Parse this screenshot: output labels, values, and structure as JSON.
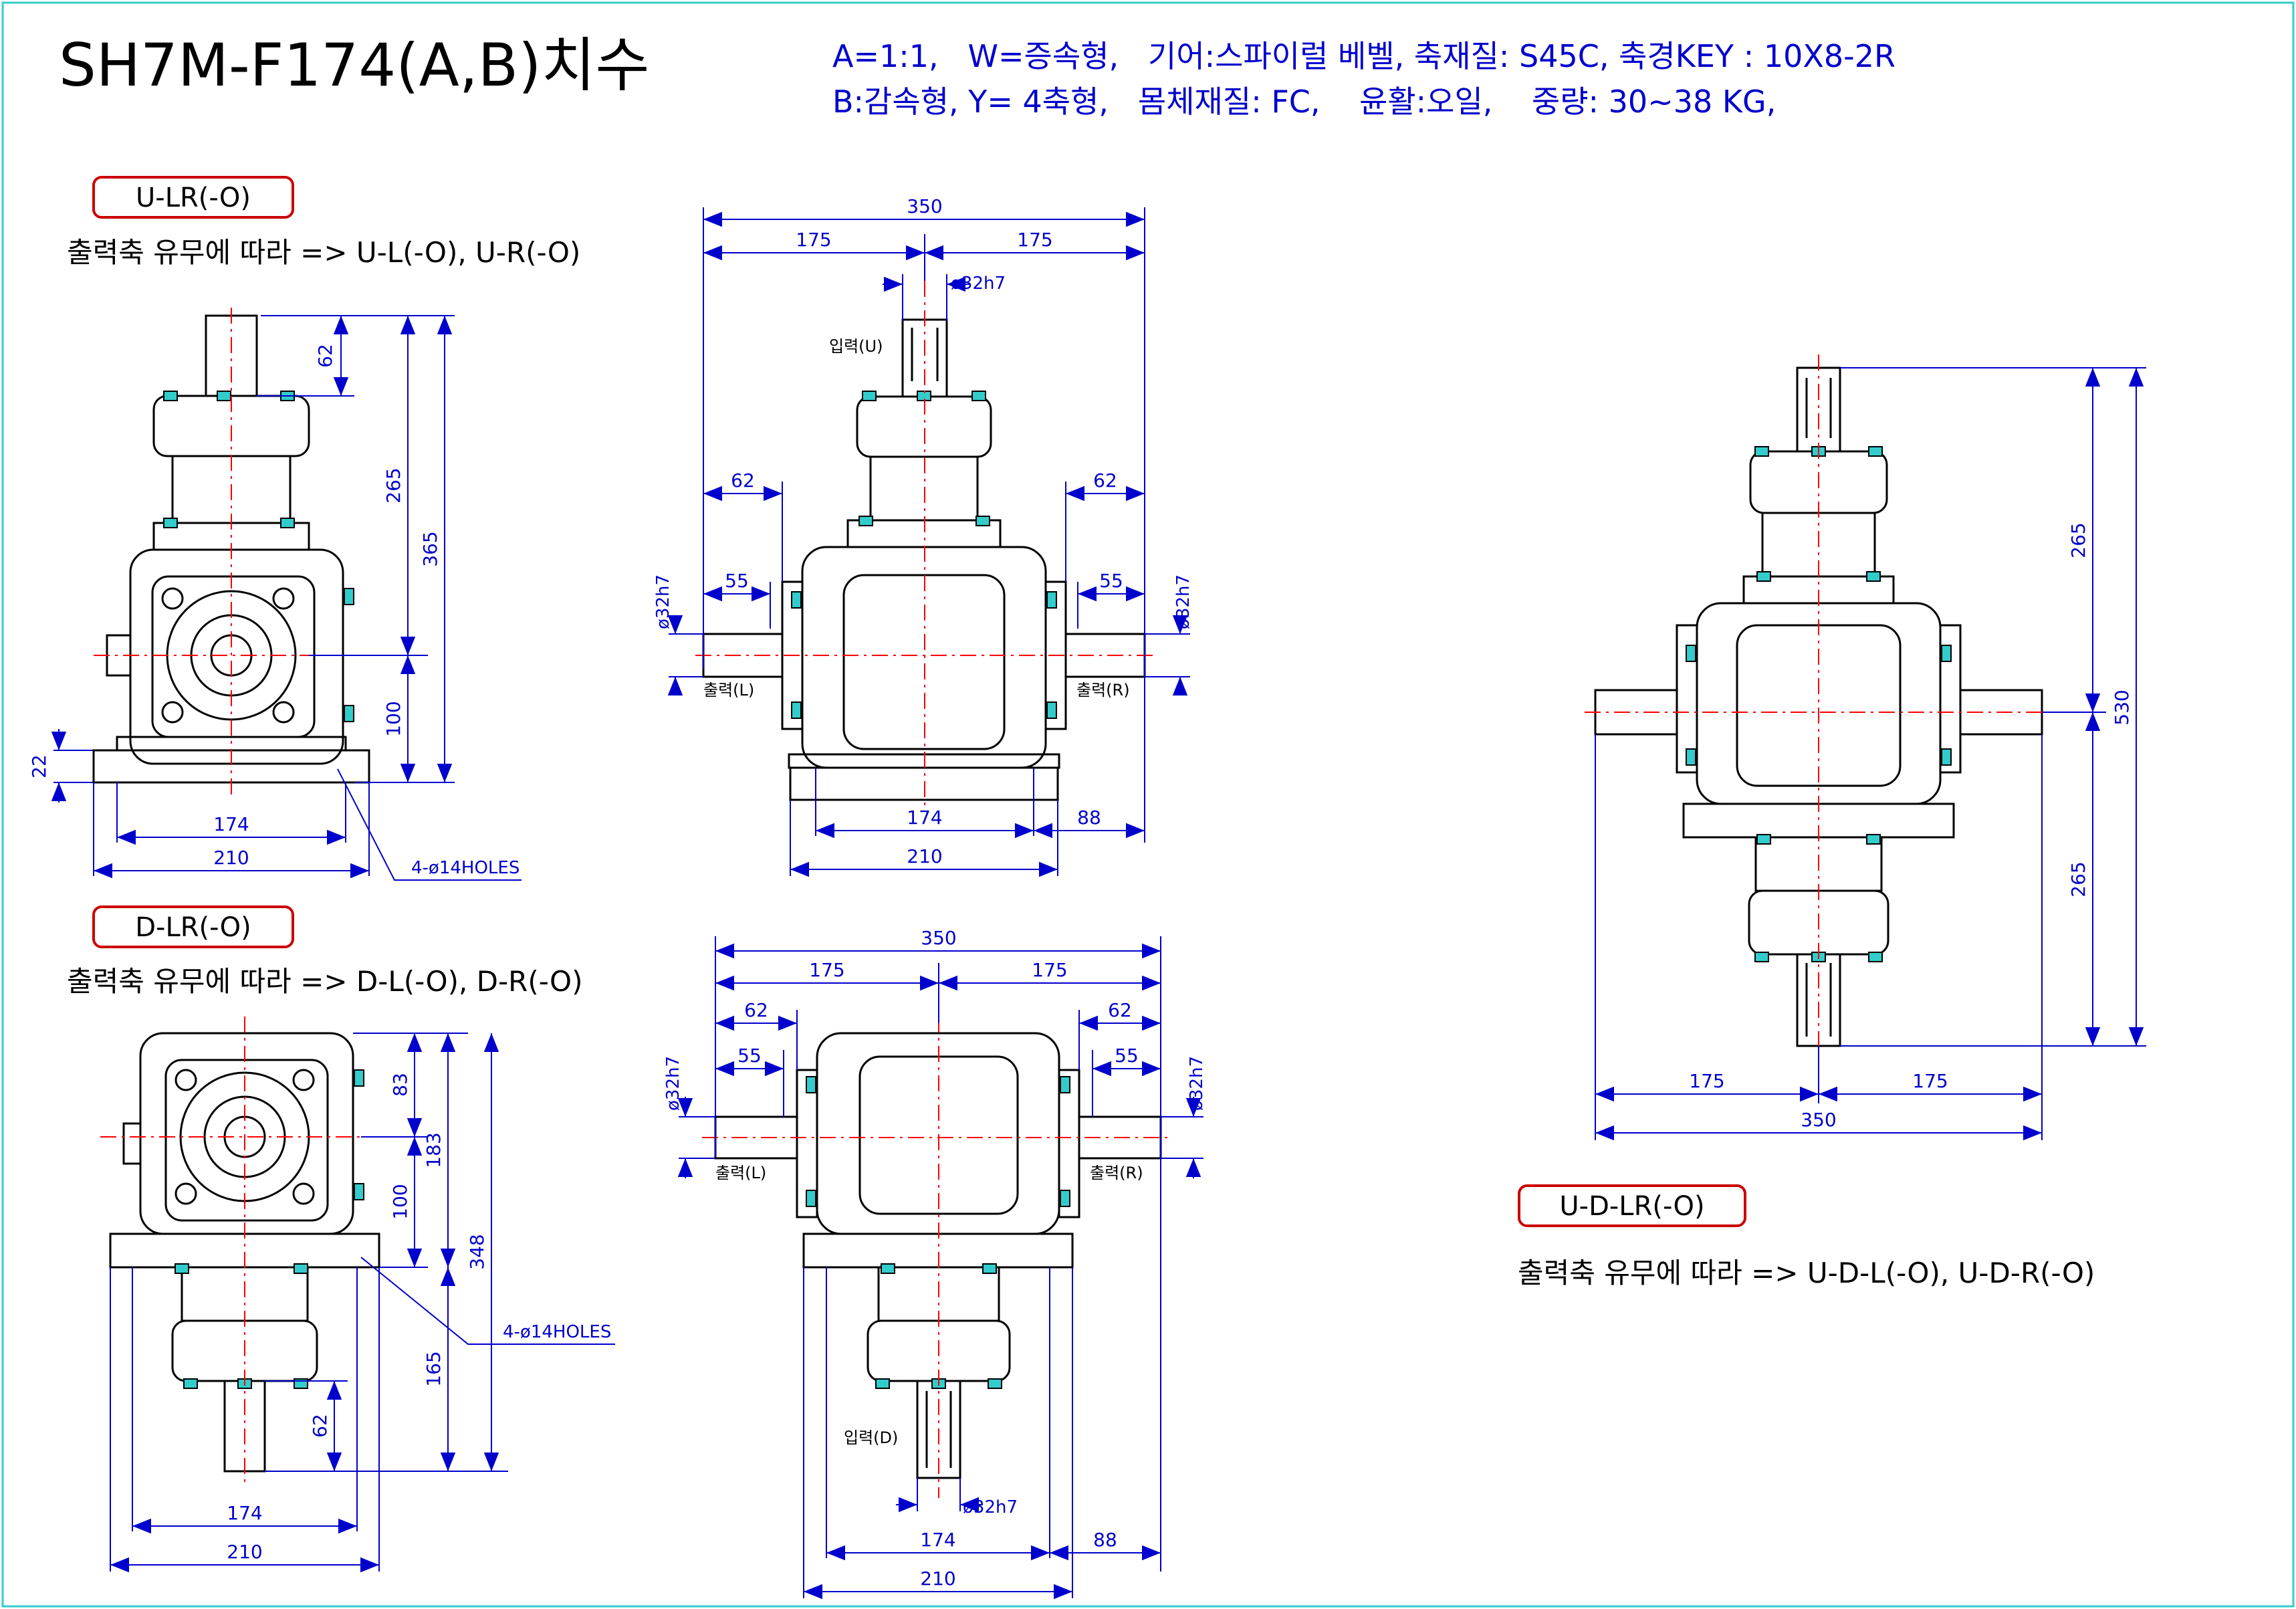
{
  "title": "SH7M-F174(A,B)치수",
  "specs": {
    "line1": "A=1:1,   W=증속형,   기어:스파이럴 베벨, 축재질: S45C, 축경KEY : 10X8-2R",
    "line2": "B:감속형, Y= 4축형,   몸체재질: FC,    윤활:오일,    중량: 30~38 KG,"
  },
  "views": {
    "ulr": {
      "badge": "U-LR(-O)",
      "note": "출력축 유무에 따라 => U-L(-O), U-R(-O)",
      "side": {
        "dim_62": "62",
        "dim_265": "265",
        "dim_365": "365",
        "dim_100": "100",
        "dim_22": "22",
        "dim_174": "174",
        "dim_210": "210",
        "holes": "4-ø14HOLES"
      },
      "front": {
        "dim_350": "350",
        "dim_175_left": "175",
        "dim_175_right": "175",
        "dim_shaft": "ø32h7",
        "label_input": "입력(U)",
        "dim_62_left": "62",
        "dim_62_right": "62",
        "dim_55_left": "55",
        "dim_55_right": "55",
        "dim_shaft_left": "ø32h7",
        "dim_shaft_right": "ø32h7",
        "label_out_left": "출력(L)",
        "label_out_right": "출력(R)",
        "dim_174": "174",
        "dim_88": "88",
        "dim_210": "210"
      }
    },
    "dlr": {
      "badge": "D-LR(-O)",
      "note": "출력축 유무에 따라 => D-L(-O), D-R(-O)",
      "side": {
        "dim_83": "83",
        "dim_183": "183",
        "dim_100": "100",
        "dim_348": "348",
        "dim_165": "165",
        "dim_62": "62",
        "dim_174": "174",
        "dim_210": "210",
        "holes": "4-ø14HOLES"
      },
      "front": {
        "dim_350": "350",
        "dim_175_left": "175",
        "dim_175_right": "175",
        "dim_62_left": "62",
        "dim_62_right": "62",
        "dim_55_left": "55",
        "dim_55_right": "55",
        "dim_shaft_left": "ø32h7",
        "dim_shaft_right": "ø32h7",
        "label_out_left": "출력(L)",
        "label_out_right": "출력(R)",
        "label_input": "입력(D)",
        "dim_shaft": "ø32h7",
        "dim_174": "174",
        "dim_88": "88",
        "dim_210": "210"
      }
    },
    "udlr": {
      "badge": "U-D-LR(-O)",
      "note": "출력축 유무에 따라 => U-D-L(-O), U-D-R(-O)",
      "dim_265_top": "265",
      "dim_530": "530",
      "dim_265_bottom": "265",
      "dim_175_left": "175",
      "dim_175_right": "175",
      "dim_350": "350"
    }
  },
  "colors": {
    "outline": "#000000",
    "centerline": "#ff0000",
    "dimension": "#0000cc",
    "badge_border": "#cc0000",
    "bolt": "#33cccc",
    "hidden": "#00aa00",
    "frame": "#33cccc"
  }
}
